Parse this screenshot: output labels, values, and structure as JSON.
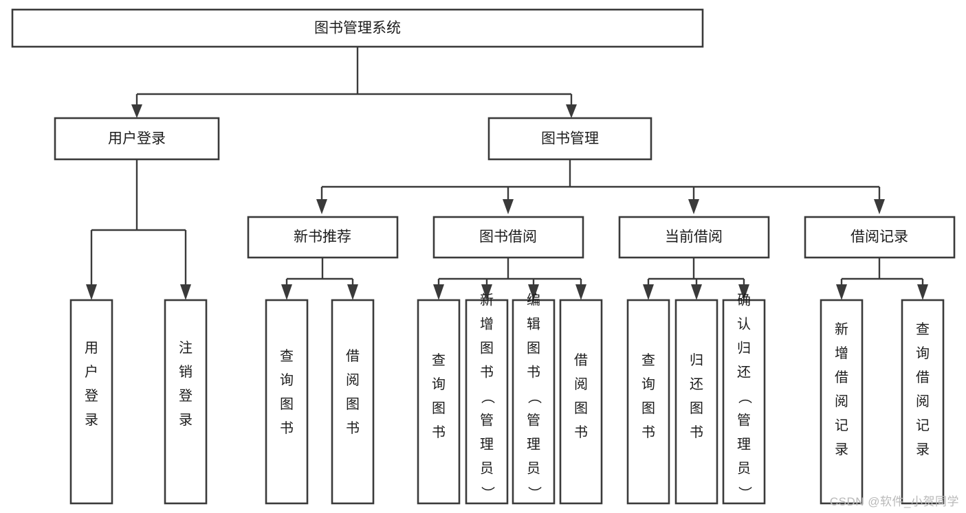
{
  "diagram": {
    "title": "图书管理系统",
    "type": "tree",
    "watermark": "CSDN @软件_小贺同学",
    "colors": {
      "box_stroke": "#3a3a3a",
      "box_fill": "#ffffff",
      "edge": "#3a3a3a",
      "text": "#1c1c1c",
      "watermark": "#b9b9b9",
      "background": "#ffffff"
    },
    "root": {
      "id": "root",
      "label": "图书管理系统"
    },
    "level1": [
      {
        "id": "user-login",
        "label": "用户登录"
      },
      {
        "id": "book-manage",
        "label": "图书管理"
      }
    ],
    "level2": [
      {
        "id": "new-book-recommend",
        "label": "新书推荐",
        "parent": "book-manage"
      },
      {
        "id": "book-borrow",
        "label": "图书借阅",
        "parent": "book-manage"
      },
      {
        "id": "current-borrow",
        "label": "当前借阅",
        "parent": "book-manage"
      },
      {
        "id": "borrow-record",
        "label": "借阅记录",
        "parent": "book-manage"
      }
    ],
    "leaves": [
      {
        "id": "leaf-user-login",
        "label": "用户登录",
        "parent": "user-login"
      },
      {
        "id": "leaf-logout-login",
        "label": "注销登录",
        "parent": "user-login"
      },
      {
        "id": "leaf-query-book-1",
        "label": "查询图书",
        "parent": "new-book-recommend"
      },
      {
        "id": "leaf-borrow-book-1",
        "label": "借阅图书",
        "parent": "new-book-recommend"
      },
      {
        "id": "leaf-query-book-2",
        "label": "查询图书",
        "parent": "book-borrow"
      },
      {
        "id": "leaf-add-book",
        "label": "新增图书（管理员）",
        "parent": "book-borrow"
      },
      {
        "id": "leaf-edit-book",
        "label": "编辑图书（管理员）",
        "parent": "book-borrow"
      },
      {
        "id": "leaf-borrow-book-2",
        "label": "借阅图书",
        "parent": "book-borrow"
      },
      {
        "id": "leaf-query-book-3",
        "label": "查询图书",
        "parent": "current-borrow"
      },
      {
        "id": "leaf-return-book",
        "label": "归还图书",
        "parent": "current-borrow"
      },
      {
        "id": "leaf-confirm-return",
        "label": "确认归还（管理员）",
        "parent": "current-borrow"
      },
      {
        "id": "leaf-add-record",
        "label": "新增借阅记录",
        "parent": "borrow-record"
      },
      {
        "id": "leaf-query-record",
        "label": "查询借阅记录",
        "parent": "borrow-record"
      }
    ]
  }
}
